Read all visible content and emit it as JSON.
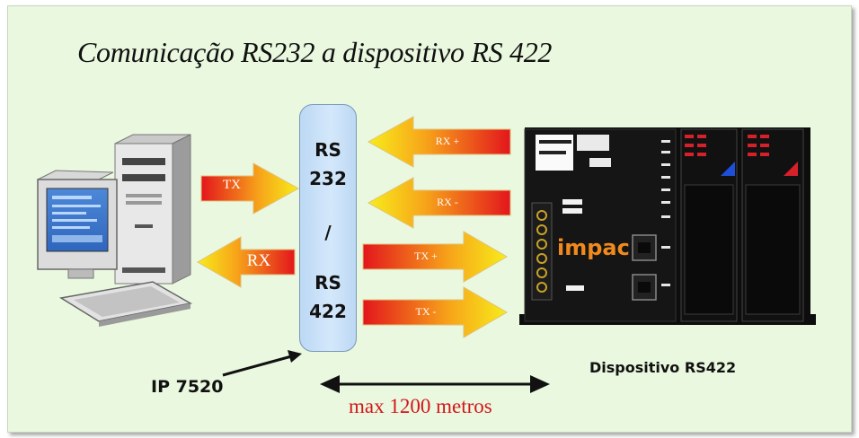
{
  "title": "Comunicação RS232 a dispositivo RS 422",
  "converter": {
    "lines": [
      "RS",
      "232",
      "/",
      "RS",
      "422"
    ]
  },
  "pc_arrows": {
    "tx_label": "TX",
    "rx_label": "RX"
  },
  "line_arrows": {
    "rx_plus": "RX +",
    "rx_minus": "RX -",
    "tx_plus": "TX +",
    "tx_minus": "TX -"
  },
  "ip_label": "IP 7520",
  "device_label": "Dispositivo RS422",
  "device_brand": "impac",
  "distance_label": "max 1200 metros",
  "colors": {
    "background": "#e9f8df",
    "converter": "#c9e1f8",
    "arrow_start": "#f7ea1a",
    "arrow_end": "#e3161c",
    "distance_text": "#d4151a",
    "brand": "#f08a1c"
  }
}
